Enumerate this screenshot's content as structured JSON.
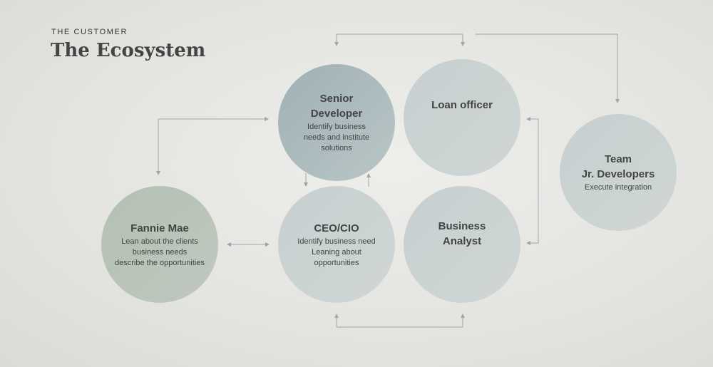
{
  "header": {
    "eyebrow": "THE CUSTOMER",
    "title": "The Ecosystem"
  },
  "nodes": {
    "senior_developer": {
      "name_line1": "Senior",
      "name_line2": "Developer",
      "desc_line1": "Identify business",
      "desc_line2": "needs and institute",
      "desc_line3": "solutions"
    },
    "loan_officer": {
      "name": "Loan officer"
    },
    "team": {
      "name_line1": "Team",
      "name_line2": "Jr. Developers",
      "desc": "Execute  integration"
    },
    "fannie_mae": {
      "name": "Fannie Mae",
      "desc_line1": "Lean about the clients",
      "desc_line2": "business needs",
      "desc_line3": "describe the opportunities"
    },
    "ceo_cio": {
      "name": "CEO/CIO",
      "desc_line1": "Identify business need",
      "desc_line2": "Leaning about",
      "desc_line3": "opportunities"
    },
    "business_analyst": {
      "name_line1": "Business",
      "name_line2": "Analyst"
    }
  },
  "colors": {
    "arrow": "#9aa7ab",
    "senior": "#a5b6b9",
    "node": "#cdd5d5",
    "fannie": "#b9c4b9"
  }
}
